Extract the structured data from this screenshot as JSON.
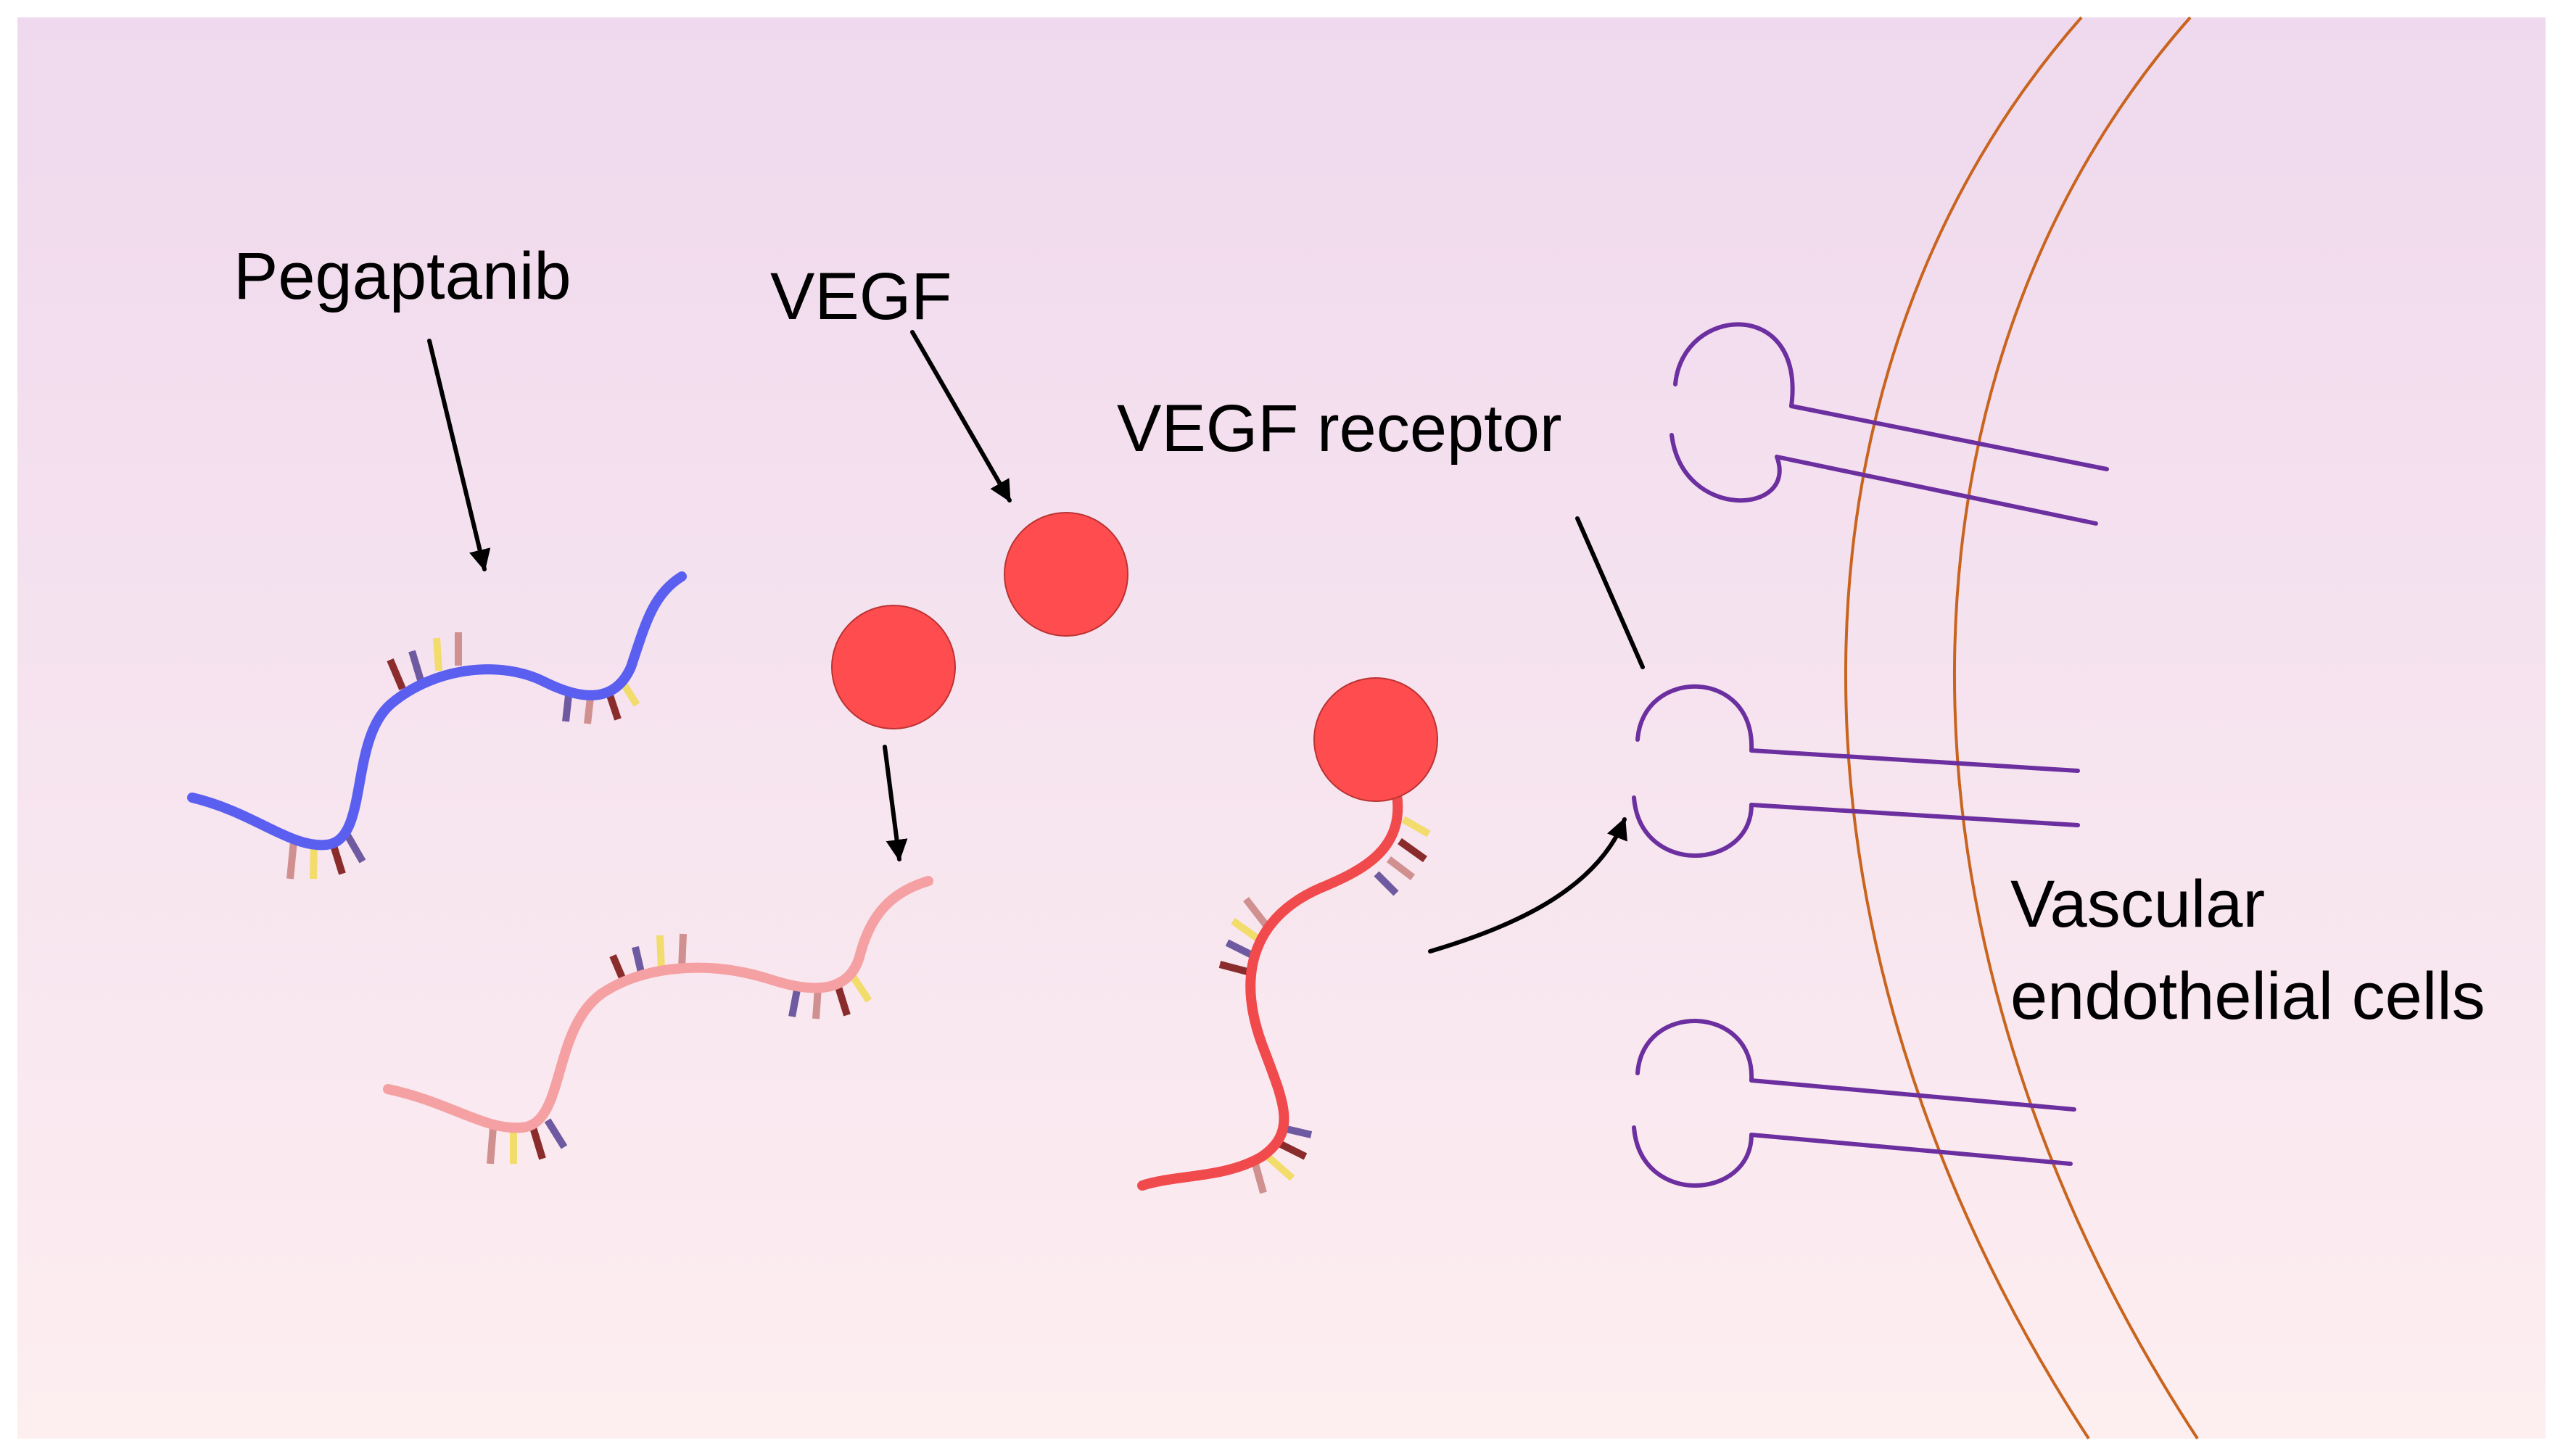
{
  "labels": {
    "pegaptanib": "Pegaptanib",
    "vegf": "VEGF",
    "vegf_receptor": "VEGF receptor",
    "cells_line1": "Vascular",
    "cells_line2": "endothelial cells"
  },
  "colors": {
    "background_top": "#efd9ee",
    "background_bottom": "#fdeef0",
    "pegaptanib_free": "#5b5ff0",
    "pegaptanib_inactive": "#f5a0a2",
    "pegaptanib_bound": "#f04a4d",
    "vegf": "#ff4d4f",
    "receptor": "#6c2fa0",
    "membrane": "#c8641e",
    "arrow": "#000000",
    "base_colors": [
      "#8b2c2c",
      "#6e5aa0",
      "#d09090",
      "#f2dc6b"
    ]
  }
}
